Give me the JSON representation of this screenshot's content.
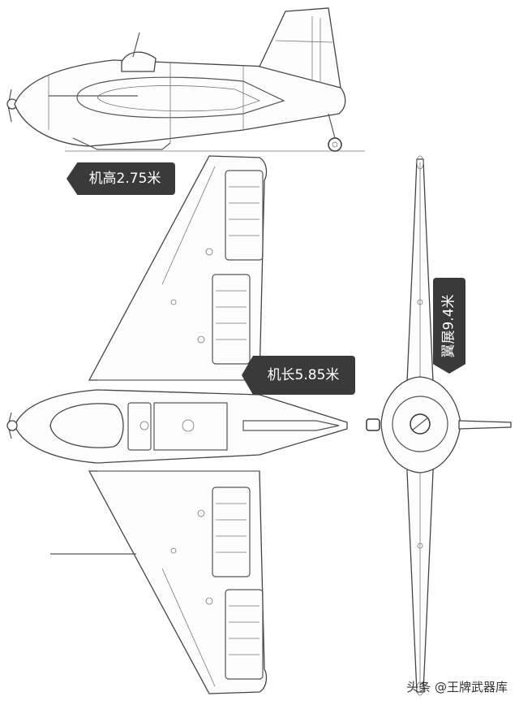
{
  "labels": {
    "height": "机高2.75米",
    "length": "机长5.85米",
    "wingspan": "翼展9.4米"
  },
  "watermark": "头条 @王牌武器库",
  "colors": {
    "background": "#ffffff",
    "line": "#555555",
    "label_background": "#3a3a3a",
    "label_text": "#ffffff"
  }
}
